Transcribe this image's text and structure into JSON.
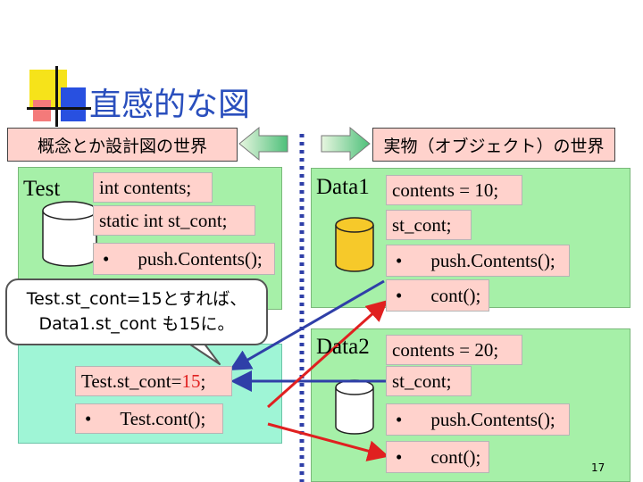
{
  "title": "直感的な図",
  "design_world_label": "概念とか設計図の世界",
  "real_world_label": "実物（オブジェクト）の世界",
  "class_box": {
    "name": "Test",
    "field": "int contents;",
    "static_field": "static int st_cont;",
    "method_bullet": "•",
    "method": "push.Contents();"
  },
  "callout": {
    "line1": "Test.st_cont=15とすれば、",
    "line2": "Data1.st_cont も15に。"
  },
  "main_code": {
    "assign_prefix": "Test.st_cont=",
    "assign_value": "15",
    "assign_suffix": ";",
    "call_bullet": "•",
    "call": "Test.cont();"
  },
  "data1": {
    "name": "Data1",
    "field": "contents = 10;",
    "static_field": "st_cont;",
    "method_bullet": "•",
    "method": "push.Contents();",
    "method2_bullet": "•",
    "method2": "cont();"
  },
  "data2": {
    "name": "Data2",
    "field": "contents = 20;",
    "static_field": "st_cont;",
    "method_bullet": "•",
    "method": "push.Contents();",
    "method2_bullet": "•",
    "method2": "cont();"
  },
  "page_number": "17",
  "colors": {
    "title": "#2a4fbd",
    "label_bg": "#ffd2cc",
    "design_panel": "#a6f0a8",
    "instance_panel": "#9ff5d6",
    "cylinder_yellow": "#f6c92a",
    "arrow_blue": "#2f3fa8",
    "arrow_red": "#e02020"
  }
}
